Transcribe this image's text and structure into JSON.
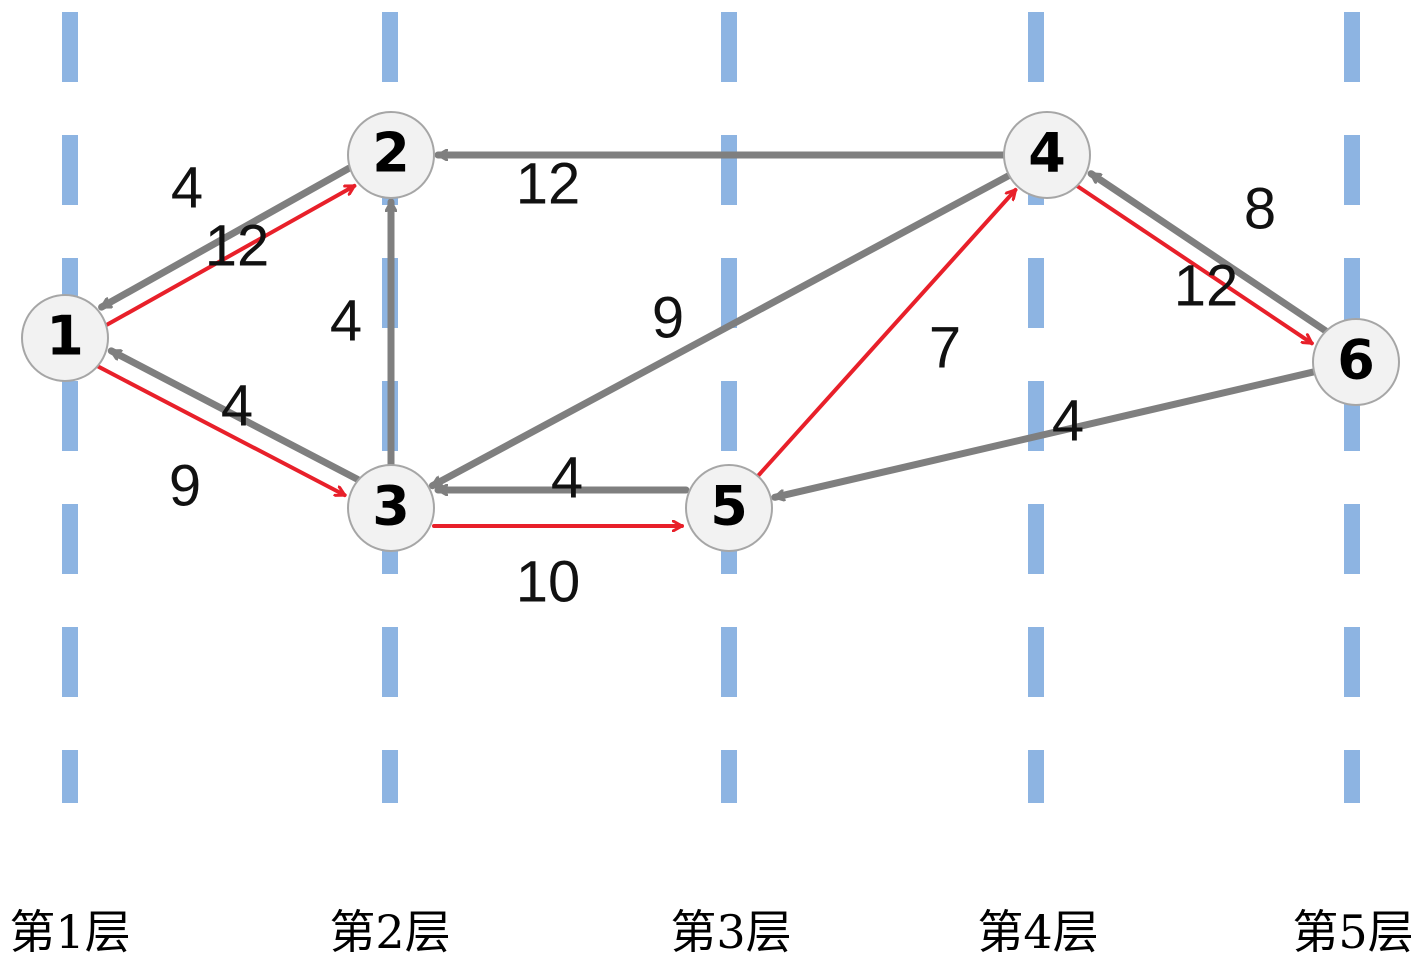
{
  "layers": [
    {
      "label": "第1层"
    },
    {
      "label": "第2层"
    },
    {
      "label": "第3层"
    },
    {
      "label": "第4层"
    },
    {
      "label": "第5层"
    }
  ],
  "nodes": [
    {
      "id": "1",
      "label": "1"
    },
    {
      "id": "2",
      "label": "2"
    },
    {
      "id": "3",
      "label": "3"
    },
    {
      "id": "4",
      "label": "4"
    },
    {
      "id": "5",
      "label": "5"
    },
    {
      "id": "6",
      "label": "6"
    }
  ],
  "edges": [
    {
      "from": "1",
      "to": "2",
      "weight": "4",
      "highlighted": true
    },
    {
      "from": "2",
      "to": "1",
      "weight": "12",
      "highlighted": false
    },
    {
      "from": "3",
      "to": "1",
      "weight": "4",
      "highlighted": false
    },
    {
      "from": "1",
      "to": "3",
      "weight": "9",
      "highlighted": true
    },
    {
      "from": "3",
      "to": "2",
      "weight": "4",
      "highlighted": false
    },
    {
      "from": "4",
      "to": "2",
      "weight": "12",
      "highlighted": false
    },
    {
      "from": "4",
      "to": "3",
      "weight": "9",
      "highlighted": false
    },
    {
      "from": "5",
      "to": "3",
      "weight": "4",
      "highlighted": false
    },
    {
      "from": "3",
      "to": "5",
      "weight": "10",
      "highlighted": true
    },
    {
      "from": "5",
      "to": "4",
      "weight": "7",
      "highlighted": true
    },
    {
      "from": "4",
      "to": "6",
      "weight": "8",
      "highlighted": true
    },
    {
      "from": "6",
      "to": "4",
      "weight": "12",
      "highlighted": false
    },
    {
      "from": "6",
      "to": "5",
      "weight": "4",
      "highlighted": false
    }
  ],
  "colors": {
    "layer_line": "#8db4e2",
    "edge": "#7f7f7f",
    "highlight_edge": "#e8202a",
    "node_fill": "#f2f2f2",
    "node_stroke": "#a6a6a6"
  }
}
